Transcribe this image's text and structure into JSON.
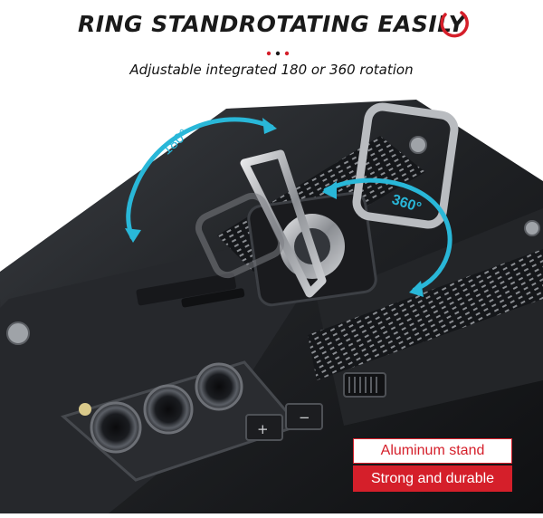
{
  "header": {
    "title": "RING STANDROTATING EASILY",
    "subtitle": "Adjustable integrated 180  or 360  rotation"
  },
  "annotations": {
    "angle_left": "180°",
    "angle_right": "360°"
  },
  "badges": {
    "top": "Aluminum stand",
    "bottom": "Strong and durable"
  },
  "colors": {
    "accent_red": "#d51f2a",
    "arrow_cyan": "#29b7d8",
    "phone_black": "#1d1f22"
  },
  "icons": {
    "headline_mark": "ring-arc-icon",
    "rotation_arrows": "rotation-arrow-icon"
  }
}
